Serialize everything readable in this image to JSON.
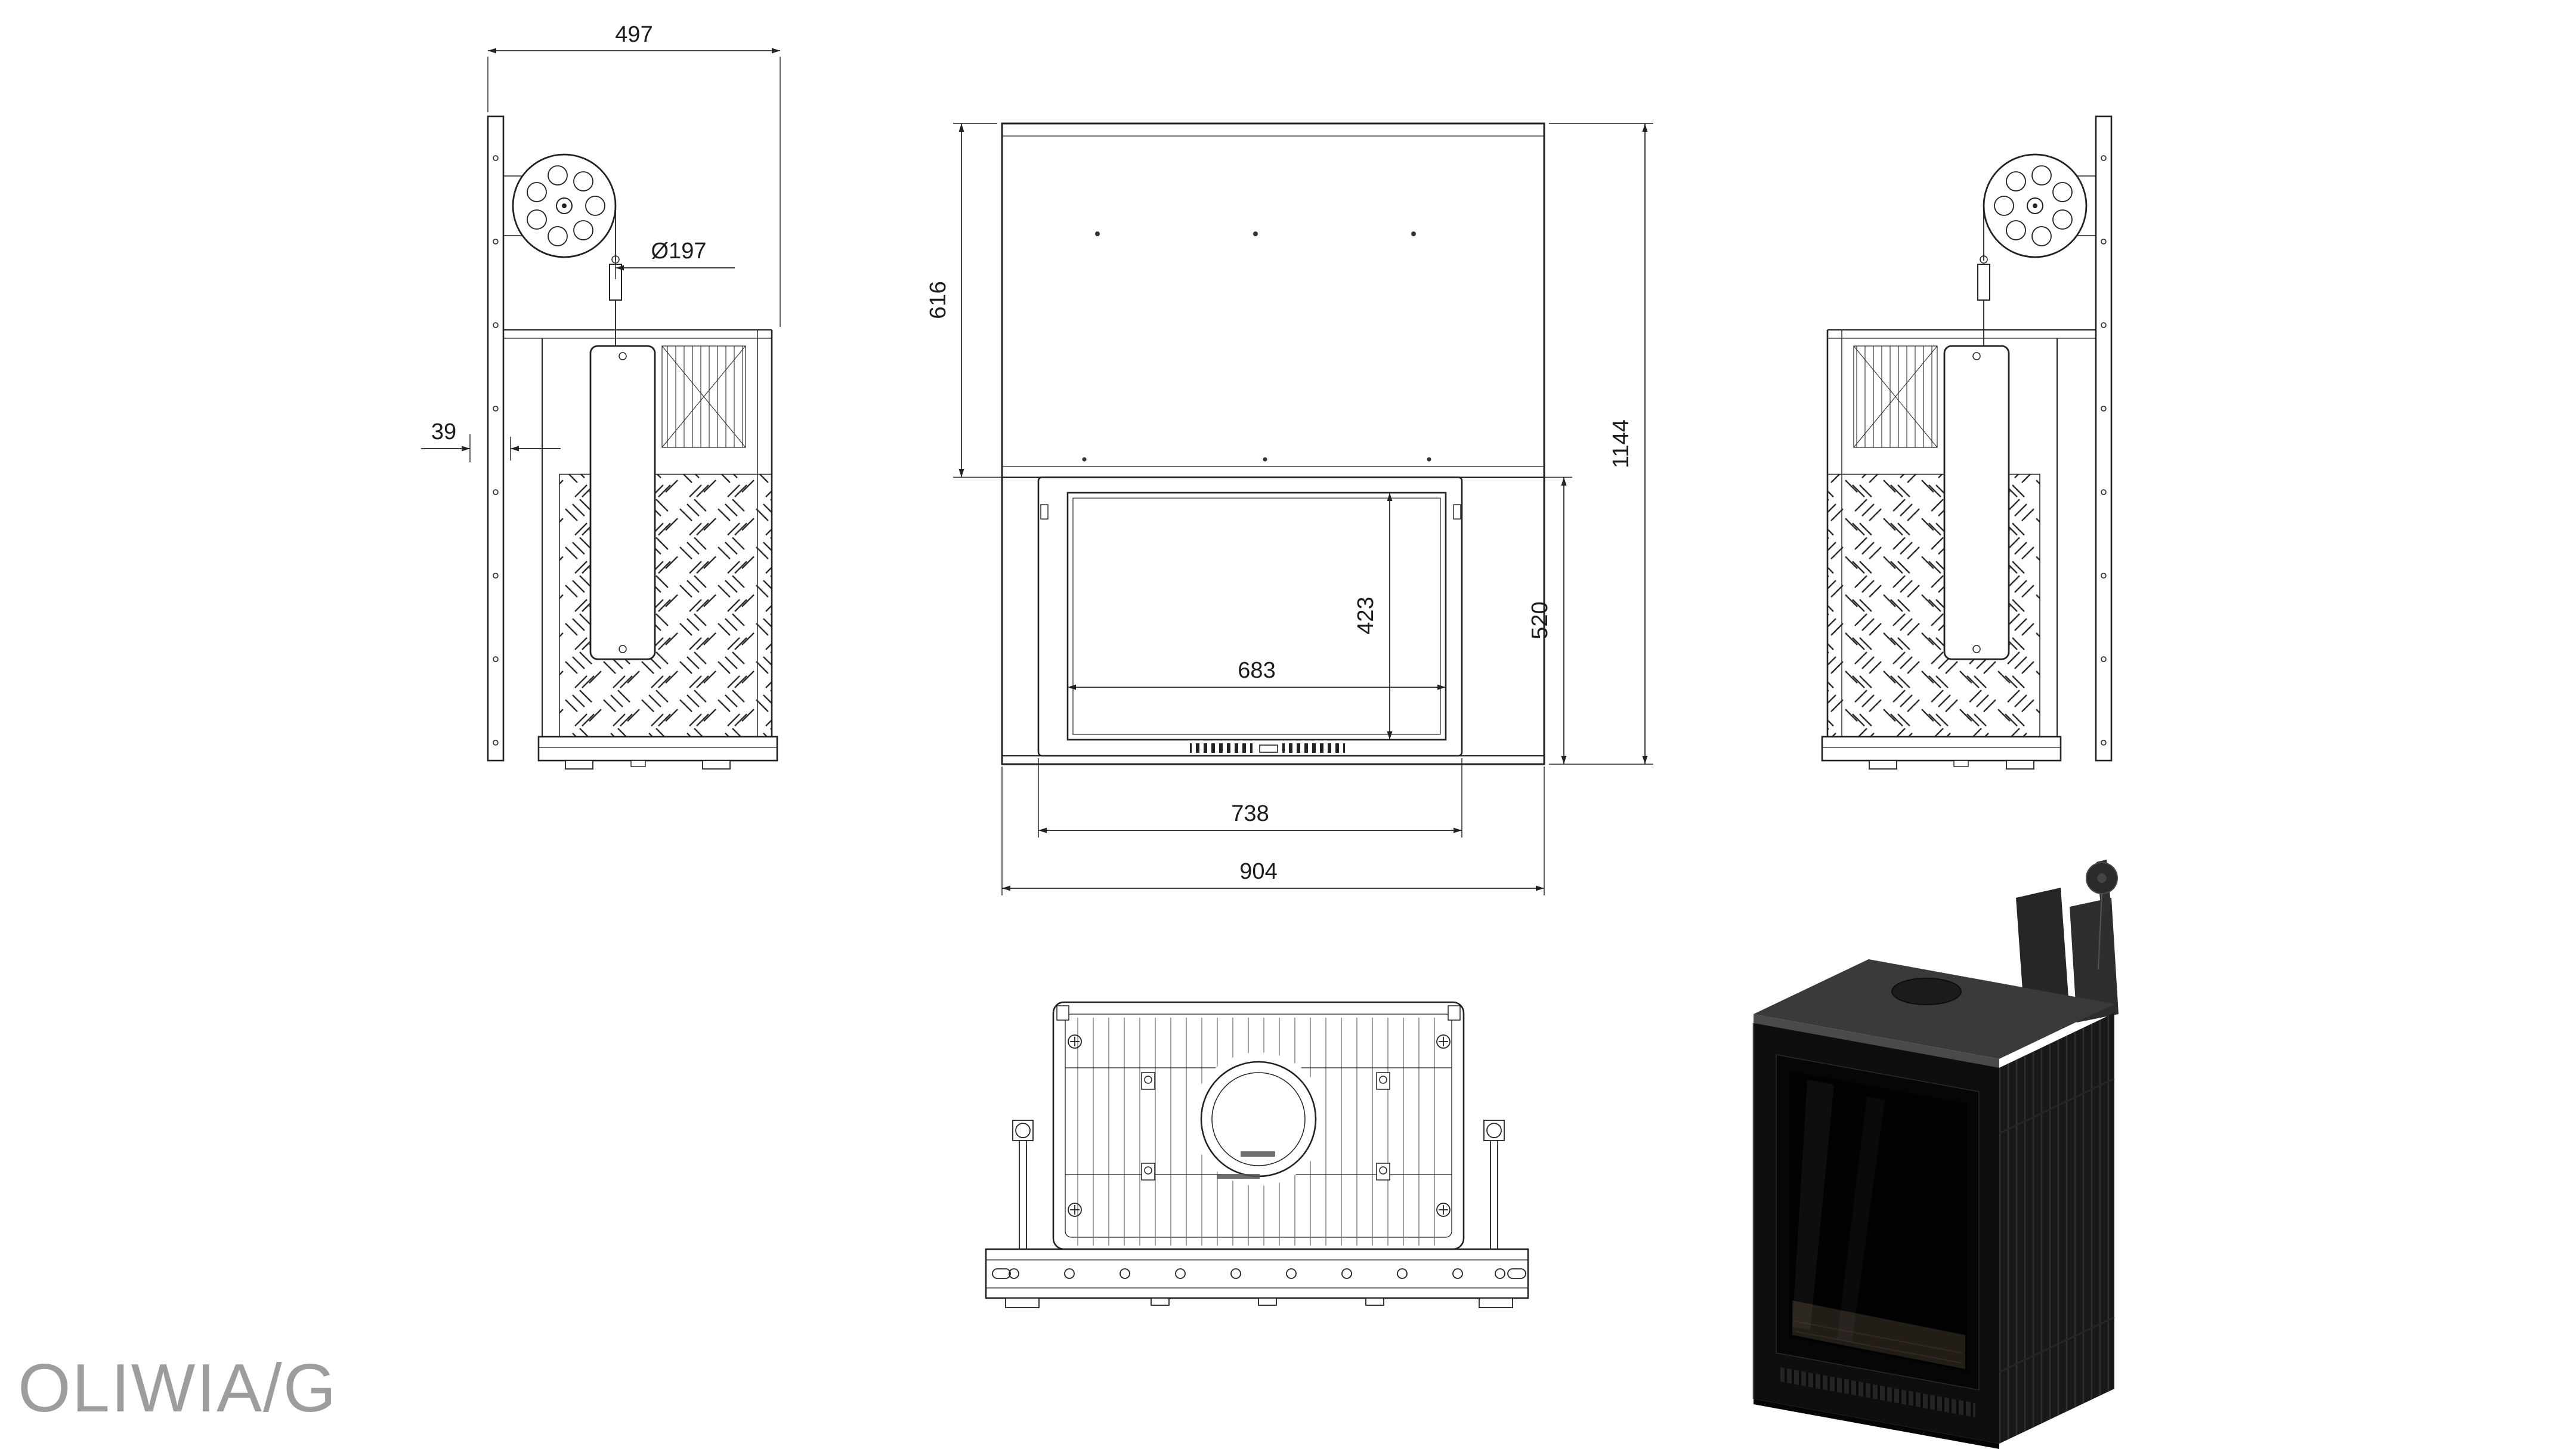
{
  "product": {
    "name": "OLIWIA/G"
  },
  "dims": {
    "depth": "497",
    "pulley_diameter": "Ø197",
    "back_offset": "39",
    "hood_height": "616",
    "total_height": "1144",
    "lower_height": "520",
    "glass_height": "423",
    "glass_width": "683",
    "door_width": "738",
    "total_width": "904"
  },
  "views": {
    "side_left": "left side view",
    "front": "front view",
    "side_right": "right side view",
    "top": "top view",
    "iso": "product render"
  }
}
